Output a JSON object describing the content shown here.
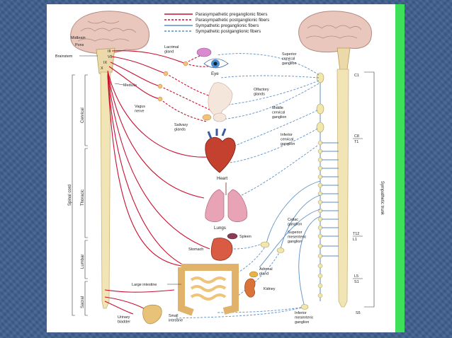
{
  "legend": {
    "items": [
      {
        "label": "Parasympathetic preganglionic fibers",
        "color": "#c8102e",
        "style": "solid"
      },
      {
        "label": "Parasympathetic postganglionic fibers",
        "color": "#c8102e",
        "style": "dashed"
      },
      {
        "label": "Sympathetic preganglionic fibers",
        "color": "#5b8fc7",
        "style": "solid"
      },
      {
        "label": "Sympathetic postganglionic fibers",
        "color": "#5b8fc7",
        "style": "dashed"
      }
    ]
  },
  "brain_labels": {
    "midbrain": "Midbrain",
    "pons": "Pons",
    "brainstem": "Brainstem",
    "medulla": "Medulla",
    "n3": "III",
    "n7": "VII",
    "n9": "IX",
    "n10": "X"
  },
  "cord_regions": {
    "cervical": "Cervical",
    "thoracic": "Thoracic",
    "lumbar": "Lumbar",
    "sacral": "Sacral",
    "spinal_cord": "Spinal cord"
  },
  "organs": {
    "lacrimal": "Lacrimal\ngland",
    "eye": "Eye",
    "olfactory": "Olfactory\nglands",
    "salivary": "Salivary\nglands",
    "vagus": "Vagus\nnerve",
    "heart": "Heart",
    "lungs": "Lungs",
    "spleen": "Spleen",
    "stomach": "Stomach",
    "adrenal": "Adrenal\ngland",
    "kidney": "Kidney",
    "large_intestine": "Large intestine",
    "small_intestine": "Small\nintestine",
    "urinary_bladder": "Urinary\nbladder"
  },
  "ganglia": {
    "superior_cervical": "Superior\ncervical\nganglion",
    "middle_cervical": "Middle\ncervical\nganglion",
    "inferior_cervical": "Inferior\ncervical\nganglion",
    "celiac": "Celiac\nganglion",
    "superior_mesenteric": "Superior\nmesenteric\nganglion",
    "inferior_mesenteric": "Inferior\nmesenteric\nganglion"
  },
  "segments": {
    "c1": "C1",
    "c8": "C8",
    "t1": "T1",
    "t12": "T12",
    "l1": "L1",
    "l5": "L5",
    "s1": "S1",
    "s5": "S5"
  },
  "sympathetic_trunk": "Sympathetic trunk"
}
